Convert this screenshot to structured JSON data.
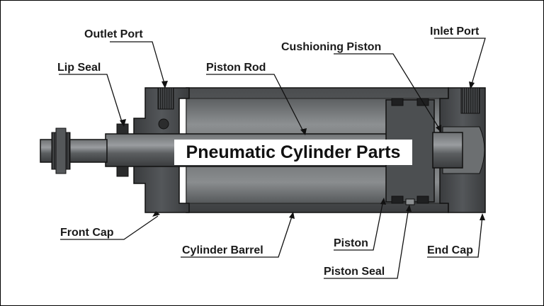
{
  "diagram": {
    "title": "Pneumatic Cylinder Parts",
    "labels": {
      "outlet_port": "Outlet Port",
      "lip_seal": "Lip Seal",
      "piston_rod": "Piston Rod",
      "cushioning_piston": "Cushioning Piston",
      "inlet_port": "Inlet Port",
      "front_cap": "Front Cap",
      "cylinder_barrel": "Cylinder Barrel",
      "piston": "Piston",
      "piston_seal": "Piston Seal",
      "end_cap": "End Cap"
    }
  },
  "colors": {
    "metal_dark": "#3f4143",
    "metal_mid": "#5a5c5e",
    "metal_light": "#8c8f91",
    "outline": "#111111",
    "background": "#ffffff"
  }
}
